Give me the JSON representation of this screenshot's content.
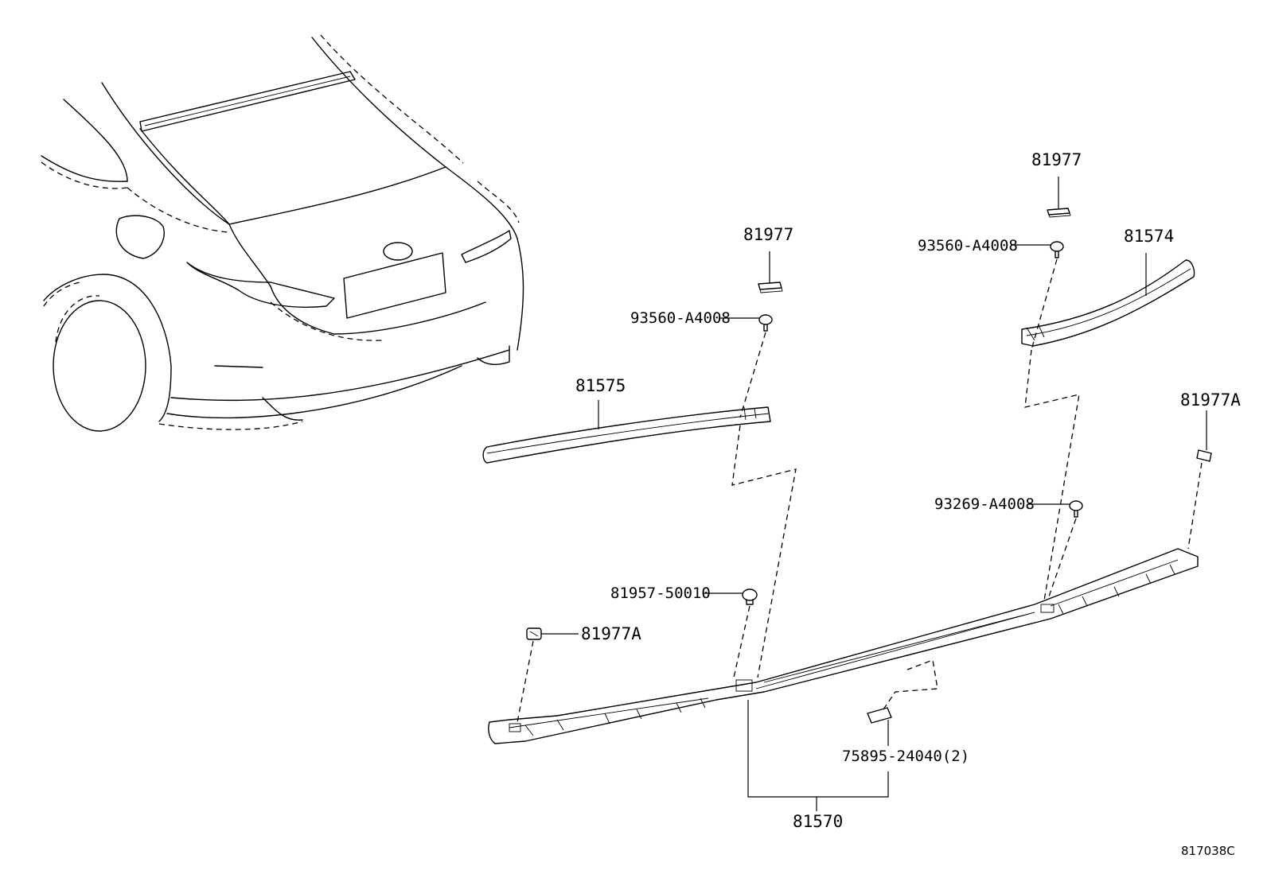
{
  "labels": {
    "p81977_top_right": "81977",
    "p93560_right": "93560-A4008",
    "p81574": "81574",
    "p81977_mid": "81977",
    "p93560_left": "93560-A4008",
    "p81575": "81575",
    "p81977A_right": "81977A",
    "p93269": "93269-A4008",
    "p81957": "81957-50010",
    "p81977A_left": "81977A",
    "p75895": "75895-24040(2)",
    "p81570": "81570"
  },
  "reference_code": "817038C"
}
